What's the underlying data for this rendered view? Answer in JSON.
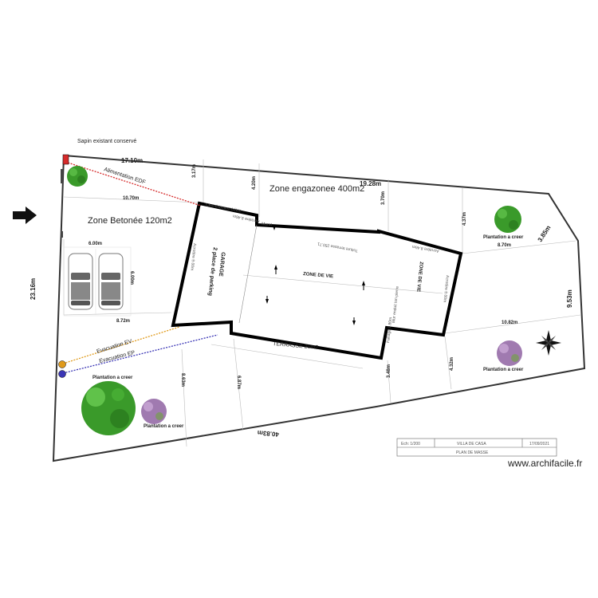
{
  "title_block": {
    "scale": "Ech: 1/200",
    "project": "VILLA DE CASA",
    "date": "17/09/2021",
    "sheet": "PLAN DE MASSE"
  },
  "watermark": "www.archifacile.fr",
  "zones": {
    "lawn": "Zone engazonee 400m2",
    "concrete": "Zone Betonée 120m2",
    "terrace": "TERRASSE 26m2",
    "living_center": "ZONE DE VIE",
    "living_right": "ZONE DE VIE",
    "garage_line1": "GARAGE",
    "garage_line2": "2 place de parking"
  },
  "labels": {
    "fir_kept": "Sapin existant conservé",
    "edf": "Alimentation EDF",
    "ev": "Evacuation EV",
    "ep": "Evacuation EP",
    "plant_1": "Plantation a creer",
    "plant_2": "Plantation a creer",
    "plant_3": "Plantation a creer",
    "plant_4": "Plantation a creer"
  },
  "small_notes": {
    "n1": "Cheminement béton",
    "n2": "Acrotère 8.46m",
    "n3": "Acrotère 9.00m",
    "n4": "Acrotère 8.46m",
    "n5": "Acrotère 9.00m",
    "n6": "Toiture terrasse 250.71",
    "n7": "Faîtage 9.80m",
    "n8": "Muret",
    "n9": "Mur enduit ton pierre"
  },
  "dimensions": {
    "top_left": "17.10m",
    "top_right": "19.28m",
    "left_mid": "10.70m",
    "v_317": "3.17m",
    "v_420": "4.20m",
    "v_370": "3.70m",
    "v_437": "4.37m",
    "diag_385": "3.85m",
    "h_870": "8.70m",
    "cars_w": "6.00m",
    "cars_h": "6.00m",
    "h_872": "8.72m",
    "left_side": "23.16m",
    "bottom": "40.83m",
    "v_953": "9.53m",
    "h_1082": "10.82m",
    "v_432": "4.32m",
    "v_348": "3.48m",
    "v_863": "8.63m",
    "v_687": "6.87m"
  },
  "colors": {
    "edf_line": "#d62b2b",
    "ev_line": "#e09a1a",
    "ep_line": "#3a35b5",
    "tree_green": "#3a9a2a",
    "tree_purple": "#a07ab0",
    "wall": "#000000"
  }
}
